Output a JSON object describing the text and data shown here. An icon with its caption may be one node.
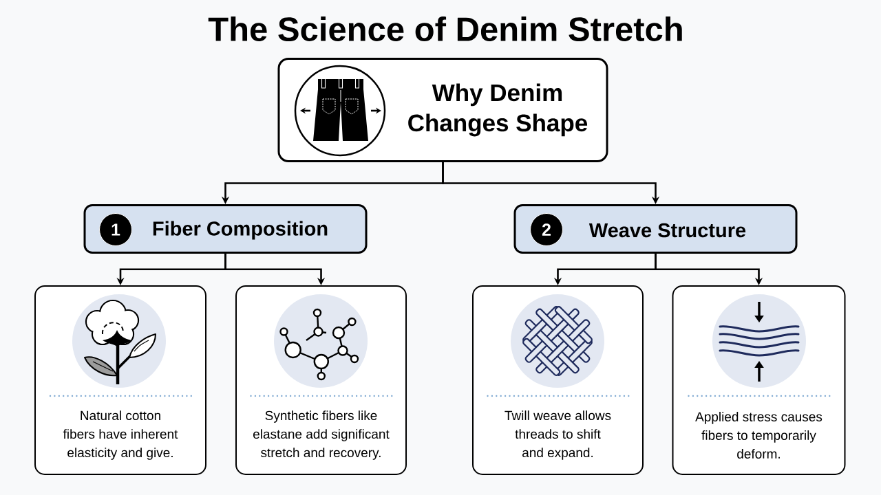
{
  "diagram": {
    "title": "The Science of Denim Stretch",
    "nodes": [
      {
        "text": [
          "Why Denim Changes Shape"
        ]
      },
      {
        "text": [
          "1",
          "Fiber Composition"
        ]
      },
      {
        "text": [
          "2",
          "Weave Structure"
        ]
      },
      {
        "text": [
          "Natural cotton fibers have inherent elasticity and give."
        ]
      },
      {
        "text": [
          "Synthetic fibers like elastane add significant stretch and recovery."
        ]
      },
      {
        "text": [
          "Twill weave allows threads to shift and expand."
        ]
      },
      {
        "text": [
          "Applied stress causes fibers to temporarily deform."
        ]
      }
    ],
    "edges": [
      {
        "from": 0,
        "to": 1,
        "arrow": "to"
      },
      {
        "from": 0,
        "to": 2,
        "arrow": "to"
      },
      {
        "from": 1,
        "to": 3,
        "arrow": "to"
      },
      {
        "from": 1,
        "to": 4,
        "arrow": "to"
      },
      {
        "from": 2,
        "to": 5,
        "arrow": "to"
      },
      {
        "from": 2,
        "to": 6,
        "arrow": "to"
      }
    ]
  }
}
